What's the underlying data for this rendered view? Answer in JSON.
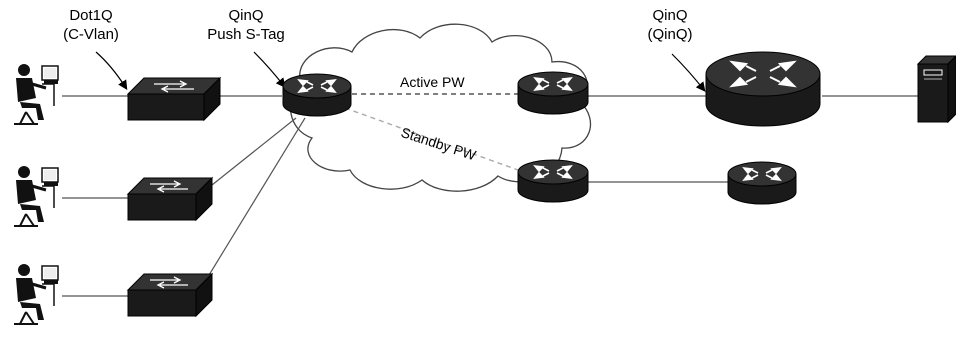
{
  "labels": {
    "dot1q_title": "Dot1Q",
    "dot1q_sub": "(C-Vlan)",
    "qinq_push_title": "QinQ",
    "qinq_push_sub": "Push S-Tag",
    "qinq_right_title": "QinQ",
    "qinq_right_sub": "(QinQ)",
    "active_pw": "Active PW",
    "standby_pw": "Standby PW"
  },
  "colors": {
    "device_fill": "#1a1a1a",
    "device_top": "#333333",
    "line": "#555555",
    "active_pw": "#555555",
    "standby_pw": "#aaaaaa",
    "cloud_stroke": "#444444"
  },
  "icons": [
    "user-workstation-icon",
    "switch-icon",
    "router-icon",
    "server-icon",
    "cloud-icon"
  ]
}
